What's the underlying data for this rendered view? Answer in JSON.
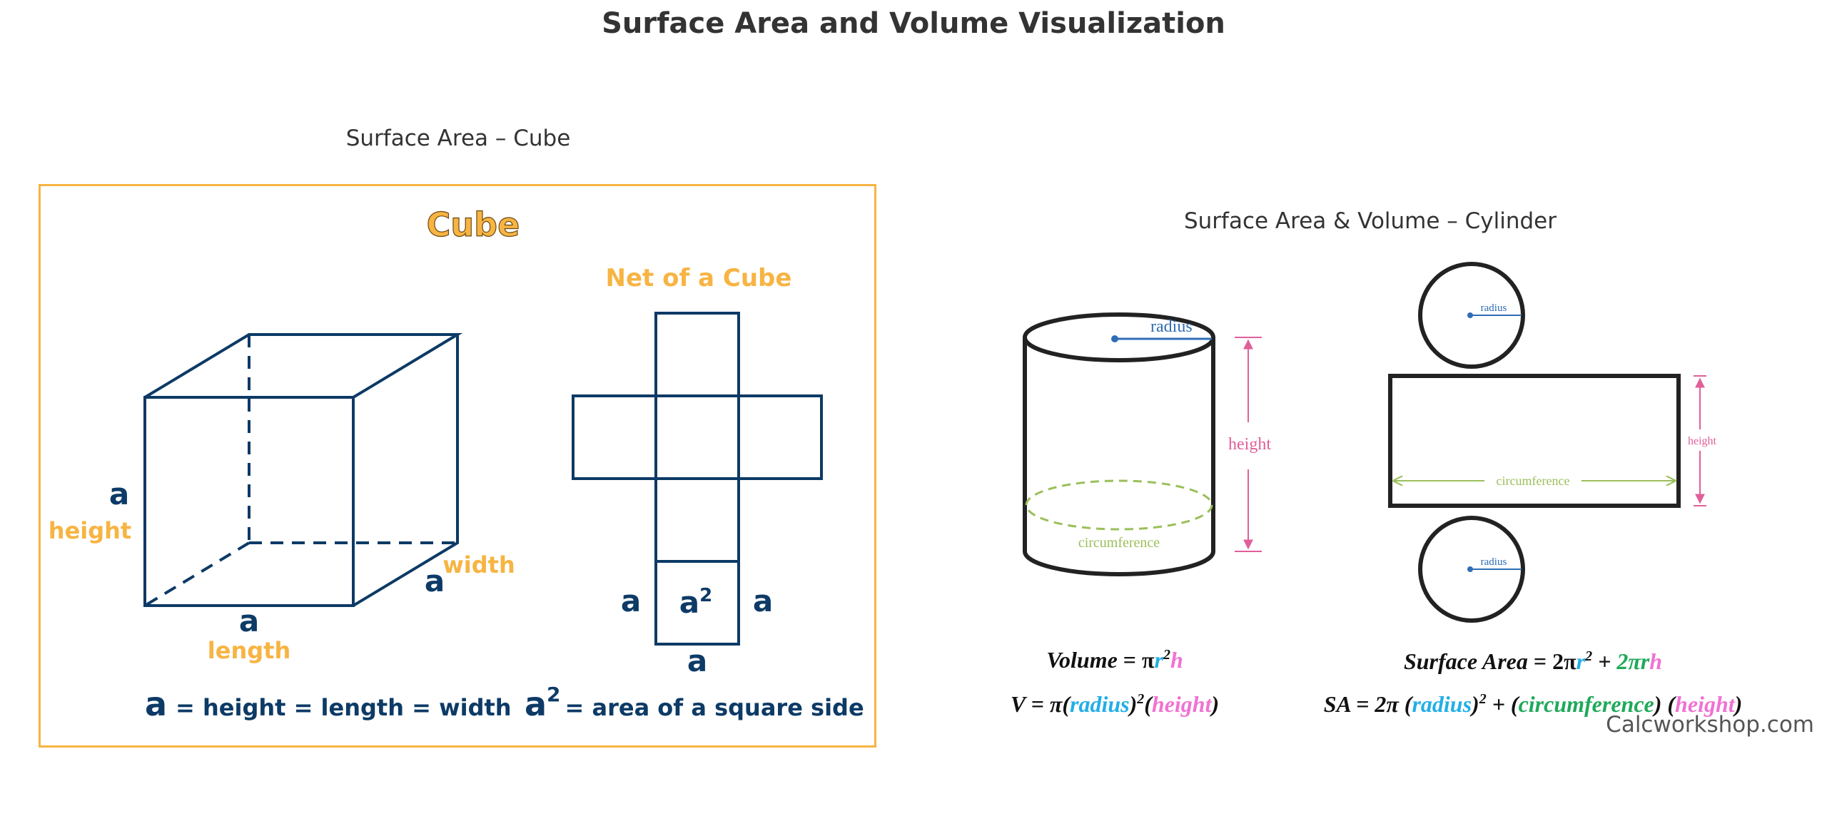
{
  "page": {
    "title": "Surface Area and Volume Visualization",
    "watermark": "Calcworkshop.com"
  },
  "cube": {
    "subtitle": "Surface Area – Cube",
    "heading": "Cube",
    "net_heading": "Net of a Cube",
    "edge_height_var": "a",
    "edge_height_label": "height",
    "edge_length_var": "a",
    "edge_length_label": "length",
    "edge_width_var": "a",
    "edge_width_label": "width",
    "net_left_var": "a",
    "net_right_var": "a",
    "net_bottom_var": "a",
    "net_face_base": "a",
    "net_face_exp": "2",
    "formula_var": "a",
    "formula_text": "= height = length = width",
    "area_base": "a",
    "area_exp": "2",
    "area_text": "= area of a square side",
    "colors": {
      "navy": "#0d3a66",
      "orange": "#f7b443",
      "border": "#f7b443"
    }
  },
  "cylinder": {
    "subtitle": "Surface Area & Volume – Cylinder",
    "radius_label": "radius",
    "height_label": "height",
    "circumference_label": "circumference",
    "net_radius_top": "radius",
    "net_radius_bottom": "radius",
    "net_circumference": "circumference",
    "net_height": "height",
    "volume": {
      "label": "Volume",
      "eq": " = π",
      "r": "r",
      "sq": "2",
      "h": "h"
    },
    "volume_expanded": {
      "prefix": "V = π(",
      "radius": "radius",
      "mid": ")",
      "sq": "2",
      "open": "(",
      "height": "height",
      "close": ")"
    },
    "surface_area": {
      "label": "Surface Area",
      "eq": " = 2π",
      "r1": "r",
      "sq": "2",
      "plus": " + ",
      "two_pi_r": "2πr",
      "h": "h"
    },
    "surface_area_expanded": {
      "prefix": "SA = 2π (",
      "radius": "radius",
      "mid": ")",
      "sq": "2",
      "plus": " + (",
      "circumference": "circumference",
      "close1": ") (",
      "height": "height",
      "close2": ")"
    },
    "colors": {
      "outline": "#222222",
      "radius": "#2f6db5",
      "height": "#e0609a",
      "circumference": "#9bbf5a",
      "formula_radius": "#22aee6",
      "formula_height": "#f072d2",
      "formula_circ": "#1fa95a"
    }
  }
}
